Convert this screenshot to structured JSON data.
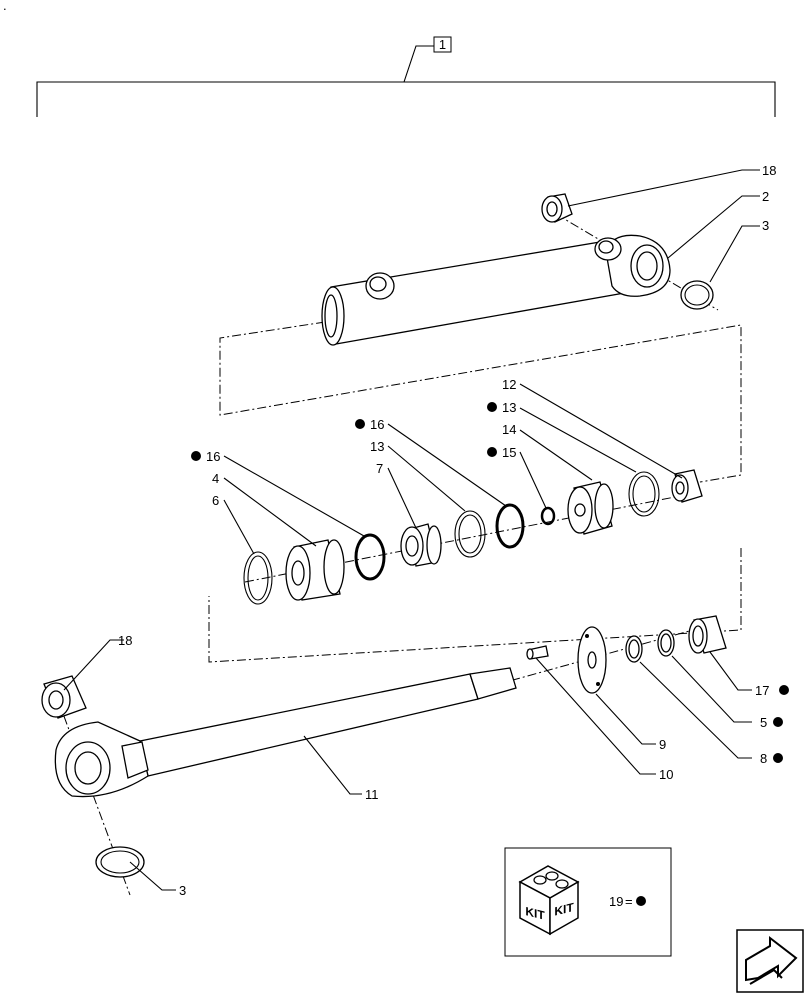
{
  "assembly_label": "1",
  "callouts": [
    {
      "id": "c18a",
      "text": "18"
    },
    {
      "id": "c2",
      "text": "2"
    },
    {
      "id": "c3a",
      "text": "3"
    },
    {
      "id": "c12",
      "text": "12"
    },
    {
      "id": "c13a",
      "text": "13"
    },
    {
      "id": "c14",
      "text": "14"
    },
    {
      "id": "c15",
      "text": "15"
    },
    {
      "id": "c16a",
      "text": "16"
    },
    {
      "id": "c13b",
      "text": "13"
    },
    {
      "id": "c7",
      "text": "7"
    },
    {
      "id": "c16b",
      "text": "16"
    },
    {
      "id": "c4",
      "text": "4"
    },
    {
      "id": "c6",
      "text": "6"
    },
    {
      "id": "c18b",
      "text": "18"
    },
    {
      "id": "c11",
      "text": "11"
    },
    {
      "id": "c9",
      "text": "9"
    },
    {
      "id": "c10",
      "text": "10"
    },
    {
      "id": "c17",
      "text": "17"
    },
    {
      "id": "c5",
      "text": "5"
    },
    {
      "id": "c8",
      "text": "8"
    },
    {
      "id": "c3b",
      "text": "3"
    }
  ],
  "kit_legend": {
    "kit_text_left": "KIT",
    "kit_text_right": "KIT",
    "kit_number": "19",
    "equals": "=",
    "symbol": "filled-dot-icon"
  },
  "corner_dot": ".",
  "nav_icon": "next-page-arrow-icon"
}
